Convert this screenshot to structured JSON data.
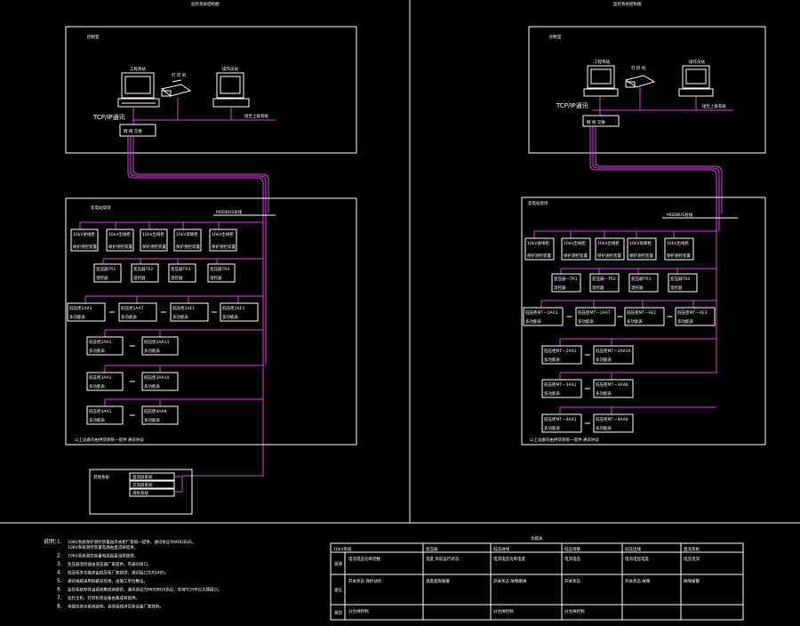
{
  "left": {
    "title": "监控系统结构图",
    "control_room": "控制室",
    "tcp_label": "TCP/IP通讯",
    "switch_label": "网 络 交换",
    "printer_label": "打 印 机",
    "pc1_label": "工程师站",
    "pc2_label": "操作员站",
    "line_label": "接至上级系统",
    "field_title": "变电站现场",
    "bus_label": "MODBUS总线",
    "row1": [
      "10kV进线柜",
      "10kV出线柜",
      "10kV出线柜",
      "10kV母联柜",
      "10kV出线柜"
    ],
    "row1_sub": "保护测控装置",
    "row2": [
      "变压器TR1",
      "变压器TR2",
      "变压器TR3",
      "变压器TR4"
    ],
    "row2_sub": "温控器",
    "row3": [
      "低压柜1AA1",
      "低压柜1AA7",
      "低压柜1AE1",
      "低压柜1AE3"
    ],
    "row4": [
      "低压柜2AA1",
      "低压柜2AA13"
    ],
    "row5": [
      "低压柜3AA1",
      "低压柜3AA10"
    ],
    "row6": [
      "低压柜4AA1",
      "低压柜4AA9"
    ],
    "meter_sub": "多功能表",
    "footer": "以上设备均由供货商统一提供  通讯协议",
    "extra_title": "其他系统",
    "extra_items": [
      "直流屏系统",
      "交流屏系统",
      "消防系统"
    ]
  },
  "right": {
    "title": "监控系统结构图",
    "control_room": "控制室",
    "tcp_label": "TCP/IP通讯",
    "switch_label": "网 络 交换",
    "printer_label": "打 印 机",
    "pc1_label": "工程师站",
    "pc2_label": "操作员站",
    "line_label": "接至上级系统",
    "field_title": "变电站现场",
    "bus_label": "MODBUS总线",
    "row1": [
      "10kV进线柜",
      "10kV出线柜",
      "10kV出线柜",
      "10kV母联柜",
      "10kV出线柜"
    ],
    "row1_sub": "保护测控装置",
    "row2": [
      "变压器—TR1",
      "变压器—TR2",
      "变压器TR3",
      "变压器TR4"
    ],
    "row2_sub": "温控器",
    "row3": [
      "低压柜MT—1AA1",
      "低压柜MT—1AA7",
      "低压柜MT—AE1",
      "低压柜MT—AE3"
    ],
    "row4": [
      "低压柜MT—2AA1",
      "低压柜MT—2AA10"
    ],
    "row5": [
      "低压柜MT—3AA1",
      "低压柜MT—3AA8"
    ],
    "row6": [
      "低压柜MT—4AA1",
      "低压柜MT—4AA8"
    ],
    "meter_sub": "多功能表",
    "footer": "以上设备均由供货商统一提供  通讯协议"
  },
  "notes": {
    "heading": "说明：",
    "items": [
      "10KV系统保护测控装置由开关柜厂家统一提供，通讯协议为MODBUS。",
      "10KV系统测控装置电源由直流屏提供。",
      "变压器温控器由变压器厂家提供，带通讯接口。",
      "低压柜多功能表由低压柜厂家提供，通讯接口为RS485。",
      "通讯线缆采用屏蔽双绞线，由施工单位敷设。",
      "监控系统软件由系统集成商提供，通讯协议为MODBUS协议，支持TCP/IP以太网接口。",
      "监控主机、打印机等设备由集成商提供。",
      "本图仅表示系统结构，具体接线详见各设备厂家资料。"
    ],
    "item_numbers": [
      "1.",
      "",
      "2.",
      "3.",
      "4.",
      "5.",
      "6.",
      "7.",
      "8."
    ]
  },
  "table": {
    "title": "功能表",
    "headers": [
      "10kV系统",
      "变压器",
      "低压进线",
      "低压母联",
      "低压出线",
      "直流系统"
    ],
    "row_labels": [
      "遥测",
      "遥信",
      "遥控"
    ],
    "rows": [
      [
        "电流电压功率因数",
        "温度 风机运行状态",
        "电流电压功率电度",
        "电流电压",
        "电流电压电度",
        "电压电流"
      ],
      [
        "开关状态 保护动作",
        "温度超限报警",
        "开关状态 故障跳闸",
        "开关状态",
        "开关状态 故障",
        "故障报警"
      ],
      [
        "分合闸控制",
        "",
        "分合闸控制",
        "分合闸控制",
        "",
        ""
      ]
    ]
  }
}
